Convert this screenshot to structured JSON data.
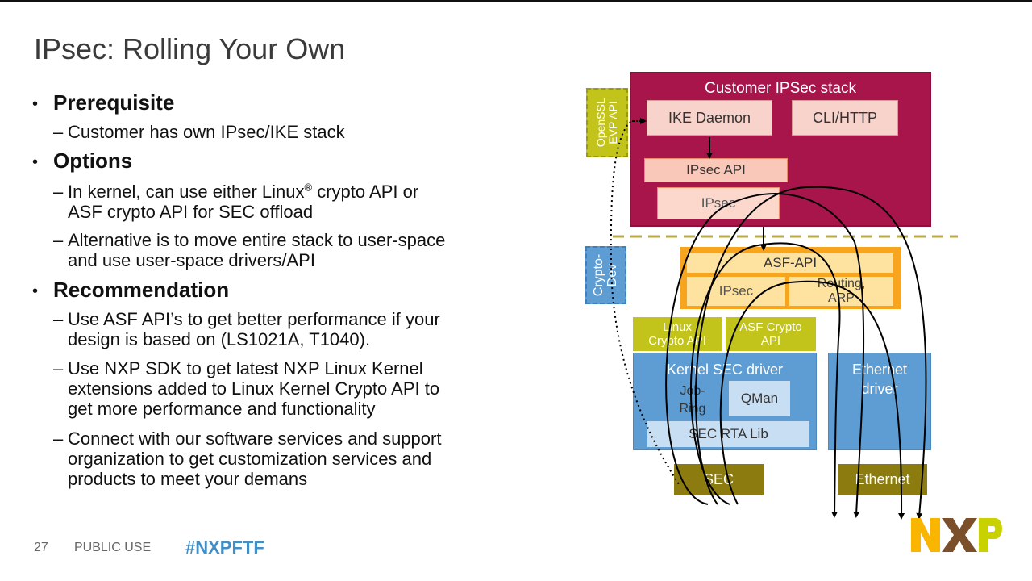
{
  "slide": {
    "title": "IPsec: Rolling Your Own",
    "page_number": "27",
    "classification": "PUBLIC USE",
    "hashtag": "#NXPFTF"
  },
  "bullets": [
    {
      "heading": "Prerequisite",
      "items": [
        [
          "Customer has own IPsec/IKE stack"
        ]
      ]
    },
    {
      "heading": "Options",
      "items": [
        [
          "In kernel, can use either Linux",
          "ASF crypto API for SEC offload"
        ],
        [
          "Alternative is to move entire stack to user-space",
          "and use user-space drivers/API"
        ]
      ],
      "linux_reg": "®",
      "linux_tail": " crypto API or"
    },
    {
      "heading": "Recommendation",
      "items": [
        [
          "Use ASF API’s to get better performance if your",
          "design is based on (LS1021A, T1040)."
        ],
        [
          "Use NXP SDK to get latest NXP Linux Kernel",
          "extensions added to Linux Kernel Crypto API to",
          "get more performance and functionality"
        ],
        [
          "Connect with our software services and support",
          "organization to get customization services and",
          "products to meet your demans"
        ]
      ]
    }
  ],
  "dash": "–",
  "bullet_glyph": "•",
  "diagram": {
    "customer_stack": "Customer IPSec stack",
    "ike_daemon": "IKE Daemon",
    "cli_http": "CLI/HTTP",
    "ipsec_api": "IPsec API",
    "ipsec_top": "IPsec",
    "openssl_evp": "OpenSSL EVP API",
    "cryptodev": "Crypto-Dev",
    "asf_api": "ASF-API",
    "asf_ipsec": "IPsec",
    "routing_arp": "Routing, ARP",
    "linux_crypto_api": "Linux Crypto API",
    "asf_crypto_api": "ASF Crypto API",
    "kernel_sec_driver": "Kernel SEC driver",
    "job_ring": "Job-Ring",
    "qman": "QMan",
    "sec_rta_lib": "SEC RTA Lib",
    "ethernet_driver": "Ethernet driver",
    "sec": "SEC",
    "ethernet": "Ethernet"
  },
  "colors": {
    "maroon": "#a8154b",
    "pink_box": "#f8d3cc",
    "orange": "#f7a51e",
    "yellow_box": "#fde2a0",
    "olive_green": "#c3c41b",
    "blue": "#5e9dd3",
    "light_blue": "#c8def2",
    "olive_dark": "#8c7c0f",
    "nxp_yellow": "#f9b500",
    "nxp_green": "#c9d200"
  },
  "logo": "NXP"
}
